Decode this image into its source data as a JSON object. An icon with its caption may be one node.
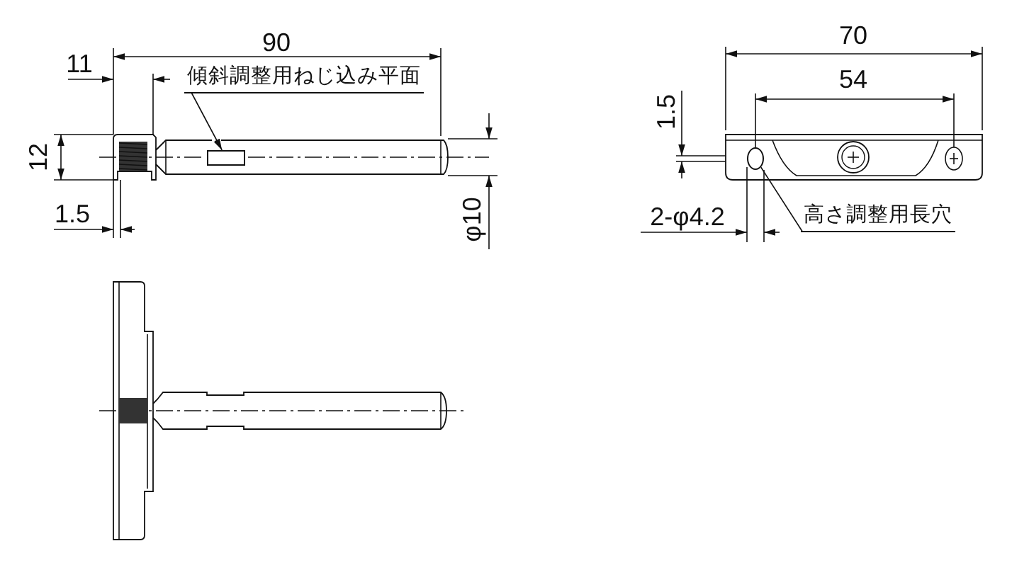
{
  "diagram": {
    "nodes": [
      {
        "text": [
          "傾斜調整用ねじ込み平面"
        ]
      },
      {
        "text": [],
        "shape": "box"
      },
      {
        "text": [
          "高さ調整用長穴"
        ]
      },
      {
        "text": [],
        "shape": "circle"
      }
    ],
    "edges": [
      {
        "from": 0,
        "to": 1,
        "arrow": "to"
      },
      {
        "from": 2,
        "to": 3,
        "arrow": "none"
      }
    ],
    "labels": [
      "90",
      "11",
      "12",
      "1.5",
      "φ10",
      "70",
      "54",
      "1.5",
      "2-φ4.2"
    ]
  }
}
